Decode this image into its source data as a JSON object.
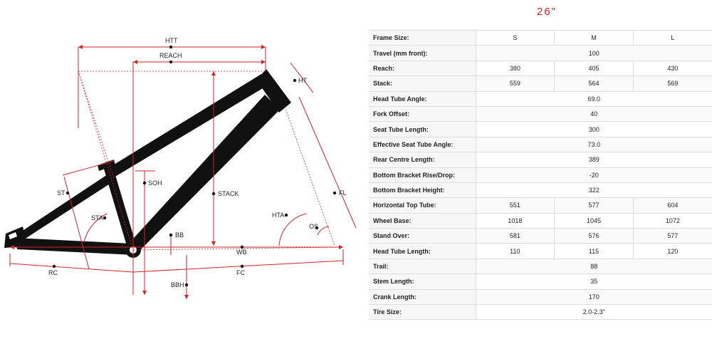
{
  "size_title": "26\"",
  "table": {
    "header_label": "Frame Size:",
    "sizes": [
      "S",
      "M",
      "L"
    ],
    "rows": [
      {
        "label": "Travel (mm front):",
        "values": [
          "100"
        ]
      },
      {
        "label": "Reach:",
        "values": [
          "380",
          "405",
          "430"
        ]
      },
      {
        "label": "Stack:",
        "values": [
          "559",
          "564",
          "569"
        ]
      },
      {
        "label": "Head Tube Angle:",
        "values": [
          "69.0"
        ]
      },
      {
        "label": "Fork Offset:",
        "values": [
          "40"
        ]
      },
      {
        "label": "Seat Tube Length:",
        "values": [
          "300"
        ]
      },
      {
        "label": "Effective Seat Tube Angle:",
        "values": [
          "73.0"
        ]
      },
      {
        "label": "Rear Centre Length:",
        "values": [
          "389"
        ]
      },
      {
        "label": "Bottom Bracket Rise/Drop:",
        "values": [
          "-20"
        ]
      },
      {
        "label": "Bottom Bracket Height:",
        "values": [
          "322"
        ]
      },
      {
        "label": "Horizontal Top Tube:",
        "values": [
          "551",
          "577",
          "604"
        ]
      },
      {
        "label": "Wheel Base:",
        "values": [
          "1018",
          "1045",
          "1072"
        ]
      },
      {
        "label": "Stand Over:",
        "values": [
          "581",
          "576",
          "577"
        ]
      },
      {
        "label": "Head Tube Length:",
        "values": [
          "110",
          "115",
          "120"
        ]
      },
      {
        "label": "Trail:",
        "values": [
          "88"
        ]
      },
      {
        "label": "Stem Length:",
        "values": [
          "35"
        ]
      },
      {
        "label": "Crank Length:",
        "values": [
          "170"
        ]
      },
      {
        "label": "Tire Size:",
        "values": [
          "2.0-2.3\""
        ]
      }
    ]
  },
  "diagram": {
    "labels": {
      "htt": "HTT",
      "reach": "REACH",
      "ht": "HT",
      "soh": "SOH",
      "stack": "STACK",
      "st": "ST",
      "fl": "FL",
      "sta": "STA",
      "hta": "HTA",
      "os": "OS",
      "bb": "BB",
      "wb": "WB",
      "rc": "RC",
      "fc": "FC",
      "bbh": "BBH"
    },
    "colors": {
      "dimension": "#d4222a",
      "frame": "#111111",
      "dot": "#111111"
    }
  }
}
